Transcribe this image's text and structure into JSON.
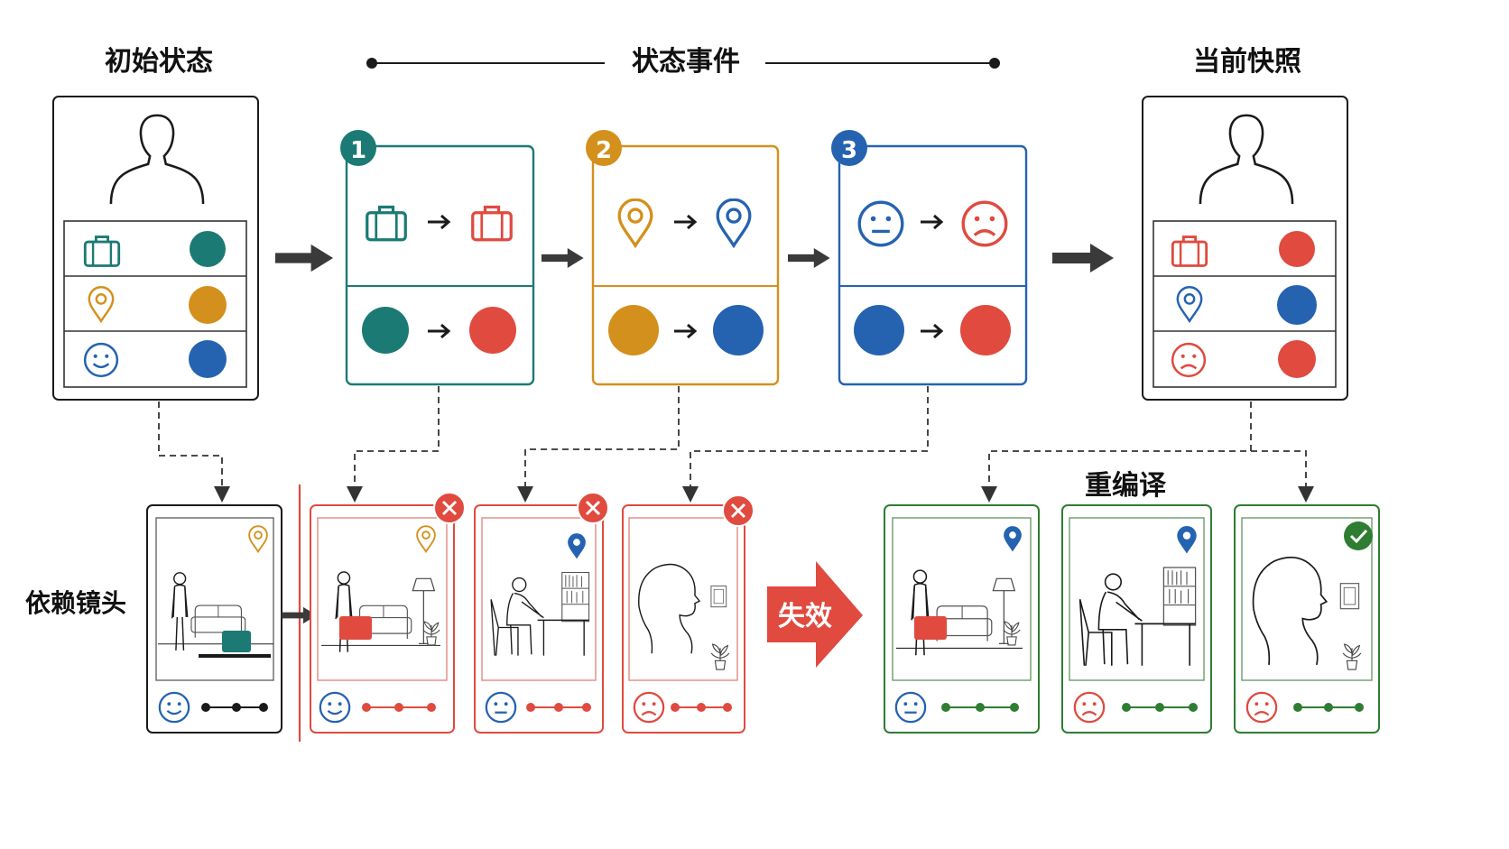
{
  "labels": {
    "initial_state": "初始状态",
    "state_events": "状态事件",
    "current_snapshot": "当前快照",
    "dependent_shots": "依赖镜头",
    "invalidated": "失效",
    "recompile": "重编译"
  },
  "events": [
    {
      "number": "1",
      "color": "#1b7b74",
      "from_icon": "suitcase-icon",
      "to_icon": "suitcase-icon",
      "from_color": "#1b7b74",
      "to_color": "#e04a3f"
    },
    {
      "number": "2",
      "color": "#d4901c",
      "from_icon": "location-pin-icon",
      "to_icon": "location-pin-icon",
      "from_color": "#d4901c",
      "to_color": "#2563b0"
    },
    {
      "number": "3",
      "color": "#2563b0",
      "from_icon": "neutral-face-icon",
      "to_icon": "sad-face-icon",
      "from_color": "#2563b0",
      "to_color": "#e04a3f"
    }
  ],
  "colors": {
    "teal": "#1b7b74",
    "orange": "#d4901c",
    "blue": "#2563b0",
    "red": "#e04a3f",
    "green": "#2e7d32",
    "dark": "#2b2b2b"
  },
  "initial_rows": [
    {
      "icon": "suitcase-icon",
      "color": "#1b7b74"
    },
    {
      "icon": "location-pin-icon",
      "color": "#d4901c"
    },
    {
      "icon": "smiley-face-icon",
      "color": "#2563b0"
    }
  ],
  "snapshot_rows": [
    {
      "icon": "suitcase-icon",
      "color": "#e04a3f"
    },
    {
      "icon": "location-pin-icon",
      "color": "#2563b0"
    },
    {
      "icon": "sad-face-icon",
      "color": "#e04a3f"
    }
  ],
  "shots": {
    "original": {
      "status": "valid",
      "face": "smiley"
    },
    "invalid": [
      {
        "status": "invalid",
        "face": "smiley"
      },
      {
        "status": "invalid",
        "face": "neutral"
      },
      {
        "status": "invalid",
        "face": "sad"
      }
    ],
    "recompiled": [
      {
        "status": "recompiled",
        "face": "neutral"
      },
      {
        "status": "recompiled",
        "face": "sad"
      },
      {
        "status": "verified",
        "face": "sad"
      }
    ]
  }
}
